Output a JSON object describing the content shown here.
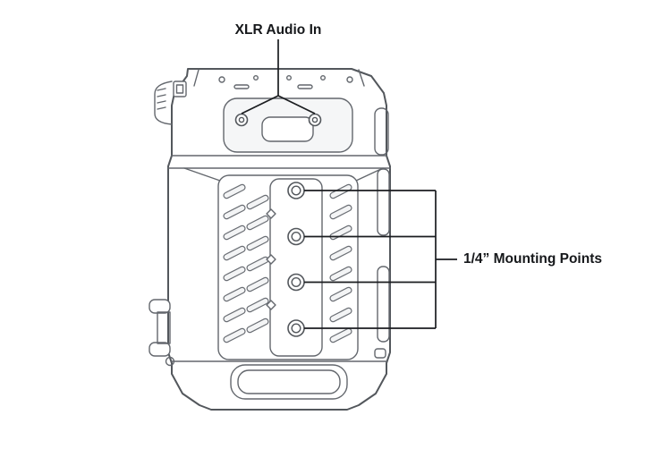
{
  "page": {
    "background": "#ffffff"
  },
  "callouts": {
    "xlr_label": "XLR Audio In",
    "mounting_label": "1/4” Mounting Points"
  },
  "diagram": {
    "subject": "camera top view technical line drawing",
    "xlr_port_count": 2,
    "mounting_point_count": 4,
    "colors": {
      "callout_line": "#1b1d20",
      "label_text": "#16181b",
      "drawing_line": "#63676d",
      "drawing_outline": "#53575c",
      "panel_fill": "#f3f4f5"
    }
  }
}
